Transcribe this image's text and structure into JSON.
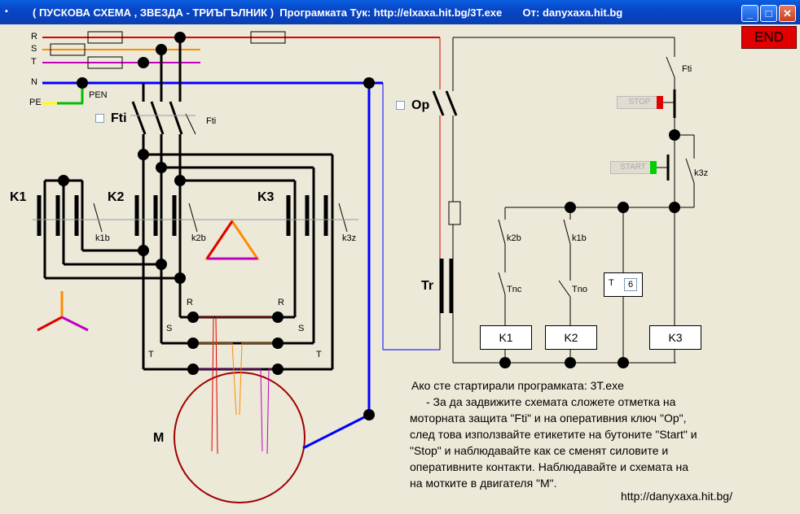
{
  "window": {
    "title": "( ПУСКОВА СХЕМА , ЗВЕЗДА - ТРИЪГЪЛНИК )  Програмката Тук: http://elxaxa.hit.bg/3T.exe       От: danyxaxa.hit.bg",
    "minimize": "_",
    "maximize": "□",
    "close": "✕"
  },
  "end_button": "END",
  "checkboxes": {
    "fti": "Fti",
    "op": "Op"
  },
  "buttons": {
    "stop": "STOP",
    "start": "START"
  },
  "labels": {
    "R": "R",
    "S": "S",
    "T": "T",
    "N": "N",
    "PE": "PE",
    "PEN": "PEN",
    "fti_contact": "Fti",
    "fti_right": "Fti",
    "k1": "K1",
    "k2": "K2",
    "k3": "K3",
    "k1b": "k1b",
    "k2b": "k2b",
    "k3z": "k3z",
    "k3z_right": "k3z",
    "k2b_right": "k2b",
    "k1b_right": "k1b",
    "tnc": "Tnc",
    "tno": "Tno",
    "tr": "Tr",
    "m": "M",
    "r_left": "R",
    "s_left": "S",
    "t_left": "T",
    "r_right": "R",
    "s_right": "S",
    "t_right": "T"
  },
  "coils": {
    "k1": "K1",
    "k2": "K2",
    "k3": "K3"
  },
  "timer": {
    "label": "T",
    "value": "6"
  },
  "info": {
    "line1": "Ако сте стартирали програмката: 3Т.exe",
    "line2": "- За да задвижите схемата сложете отметка на",
    "line3": "моторната защита \"Fti\" и на оперативния ключ \"Op\",",
    "line4": "след това използвайте етикетите на бутоните \"Start\" и",
    "line5": "\"Stop\" и наблюдавайте как се сменят силовите и",
    "line6": "оперативните контакти. Наблюдавайте и схемата на",
    "line7": "на мотките в двигателя \"M\"."
  },
  "site": "http://danyxaxa.hit.bg/",
  "colors": {
    "r": "#e00000",
    "s": "#ff8c00",
    "t": "#c000c0",
    "n": "#0000ff",
    "pe_green": "#00c000",
    "pe_yellow": "#ffff00"
  }
}
